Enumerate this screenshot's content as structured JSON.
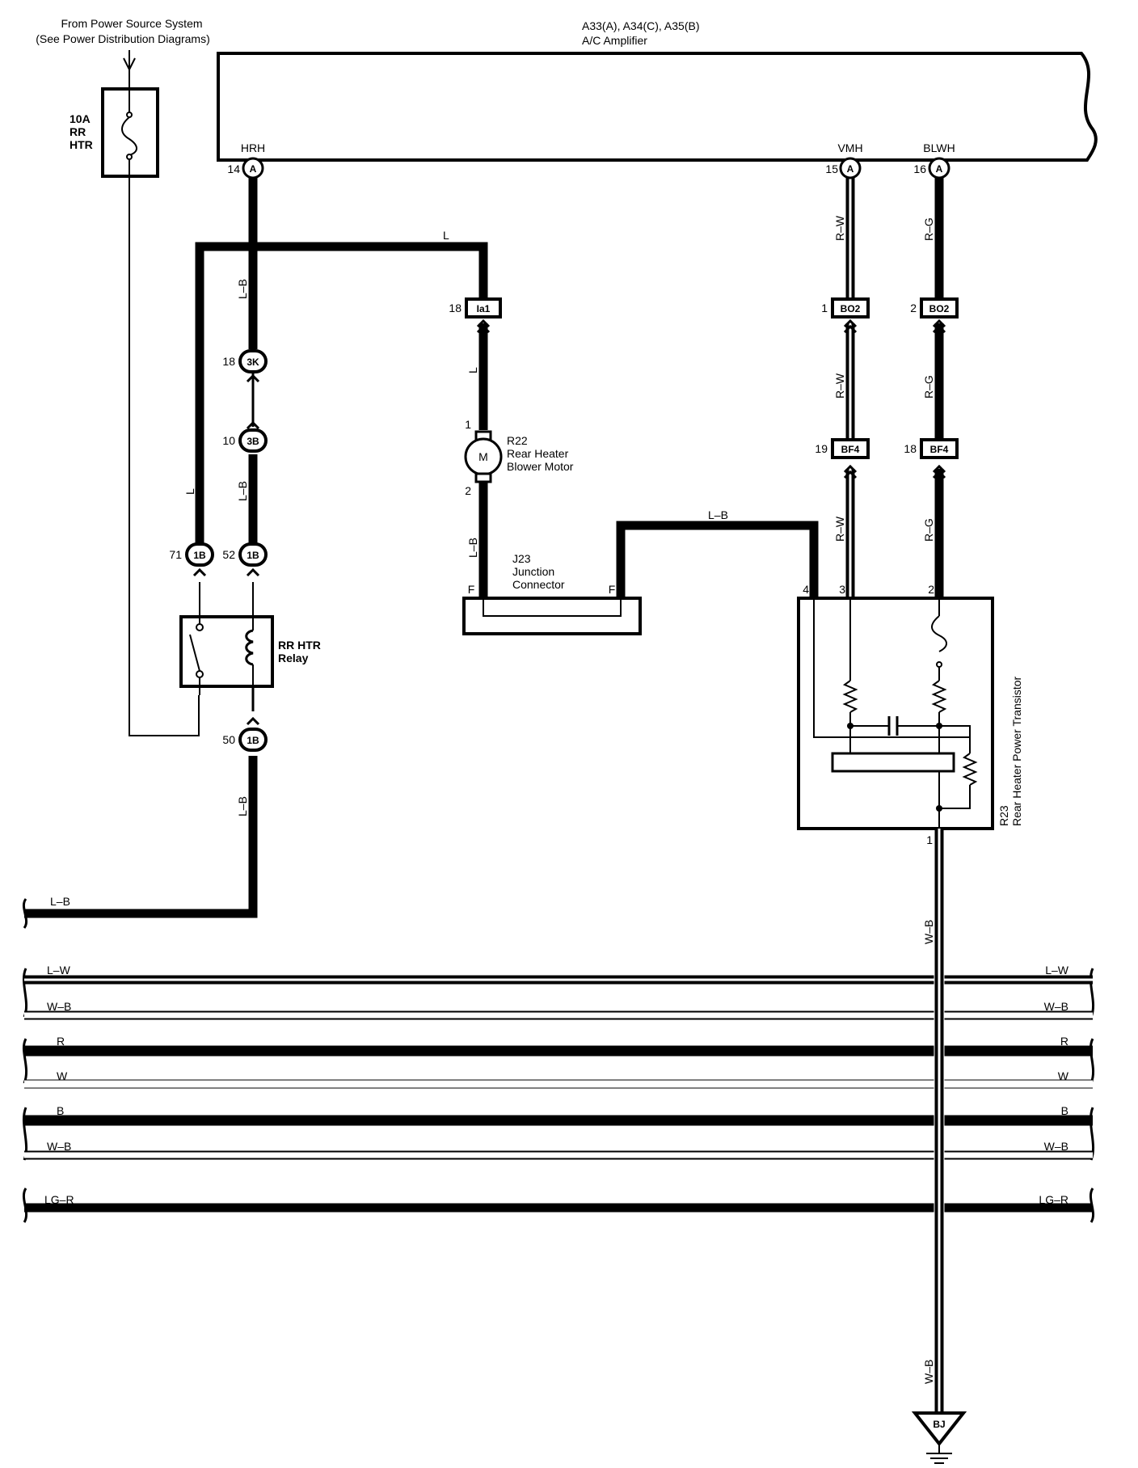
{
  "power_source": {
    "line1": "From Power Source System",
    "line2": "(See Power Distribution Diagrams)"
  },
  "fuse": {
    "rating": "10A",
    "name1": "RR",
    "name2": "HTR"
  },
  "amplifier": {
    "codes": "A33(A), A34(C), A35(B)",
    "name": "A/C Amplifier"
  },
  "amp_pins": [
    {
      "label": "HRH",
      "pin": "14",
      "conn": "A"
    },
    {
      "label": "VMH",
      "pin": "15",
      "conn": "A"
    },
    {
      "label": "BLWH",
      "pin": "16",
      "conn": "A"
    }
  ],
  "wire_colors": {
    "lb": "L–B",
    "l": "L",
    "rw": "R–W",
    "rg": "R–G",
    "wb": "W–B",
    "lw": "L–W",
    "r": "R",
    "w": "W",
    "b": "B",
    "lgr": "LG–R"
  },
  "connectors": {
    "c3k": {
      "pin": "18",
      "id": "3K"
    },
    "c3b": {
      "pin": "10",
      "id": "3B"
    },
    "c1b_71": {
      "pin": "71",
      "id": "1B"
    },
    "c1b_52": {
      "pin": "52",
      "id": "1B"
    },
    "c1b_50": {
      "pin": "50",
      "id": "1B"
    },
    "ia1": {
      "pin": "18",
      "id": "Ia1"
    },
    "bo2_1": {
      "pin": "1",
      "id": "BO2"
    },
    "bo2_2": {
      "pin": "2",
      "id": "BO2"
    },
    "bf4_19": {
      "pin": "19",
      "id": "BF4"
    },
    "bf4_18": {
      "pin": "18",
      "id": "BF4"
    }
  },
  "relay": {
    "line1": "RR HTR",
    "line2": "Relay"
  },
  "motor": {
    "code": "R22",
    "line1": "Rear Heater",
    "line2": "Blower Motor",
    "symbol": "M",
    "pin_top": "1",
    "pin_bottom": "2"
  },
  "junction": {
    "code": "J23",
    "line1": "Junction",
    "line2": "Connector",
    "pin_left": "F",
    "pin_right": "F"
  },
  "transistor": {
    "code": "R23",
    "name": "Rear Heater Power Transistor",
    "pin4": "4",
    "pin3": "3",
    "pin2": "2",
    "pin1": "1"
  },
  "ground": {
    "id": "BJ"
  }
}
